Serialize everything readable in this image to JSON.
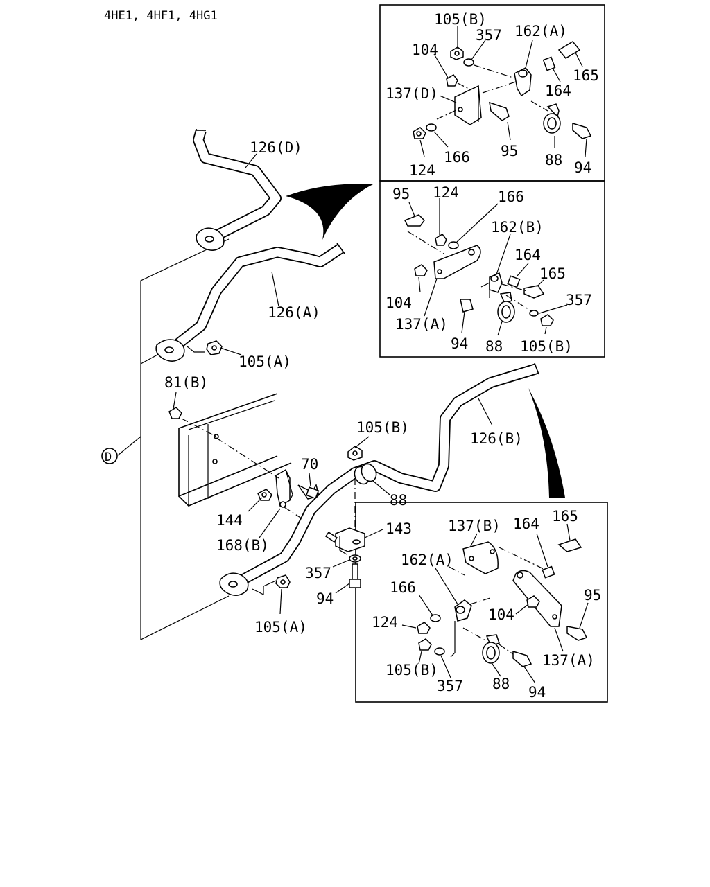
{
  "title": "4HE1, 4HF1, 4HG1",
  "callout_d": "D",
  "main_labels": {
    "p126d": "126(D)",
    "p126a": "126(A)",
    "p126b": "126(B)",
    "p105a_top": "105(A)",
    "p81b": "81(B)",
    "p105b": "105(B)",
    "p70": "70",
    "p88": "88",
    "p144": "144",
    "p168b": "168(B)",
    "p143": "143",
    "p357": "357",
    "p94": "94",
    "p105a_bot": "105(A)"
  },
  "box_top": {
    "p105b": "105(B)",
    "p357": "357",
    "p162a": "162(A)",
    "p104": "104",
    "p165": "165",
    "p164": "164",
    "p137d": "137(D)",
    "p95": "95",
    "p88": "88",
    "p94": "94",
    "p124": "124",
    "p166": "166"
  },
  "box_mid": {
    "p95": "95",
    "p124": "124",
    "p166": "166",
    "p162b": "162(B)",
    "p164": "164",
    "p165": "165",
    "p104": "104",
    "p357": "357",
    "p137a": "137(A)",
    "p94": "94",
    "p88": "88",
    "p105b": "105(B)"
  },
  "box_bot": {
    "p137b": "137(B)",
    "p164": "164",
    "p165": "165",
    "p162a": "162(A)",
    "p166": "166",
    "p95": "95",
    "p124": "124",
    "p104": "104",
    "p137a": "137(A)",
    "p105b": "105(B)",
    "p357": "357",
    "p88": "88",
    "p94": "94"
  }
}
